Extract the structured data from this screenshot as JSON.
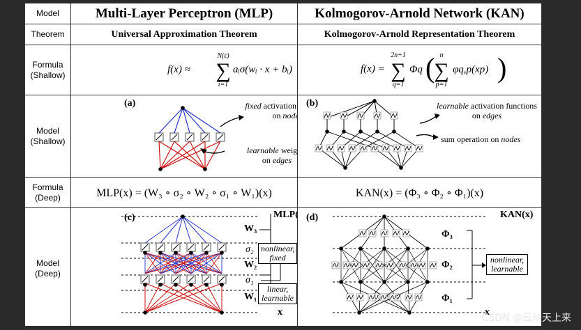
{
  "rows": {
    "header": {
      "label": "Model",
      "mlp": "Multi-Layer Perceptron (MLP)",
      "kan": "Kolmogorov-Arnold Network (KAN)"
    },
    "theorem": {
      "label": "Theorem",
      "mlp": "Universal Approximation Theorem",
      "kan": "Kolmogorov-Arnold Representation Theorem"
    },
    "formula_shallow": {
      "label_1": "Formula",
      "label_2": "(Shallow)"
    },
    "model_shallow": {
      "label_1": "Model",
      "label_2": "(Shallow)"
    },
    "formula_deep": {
      "label_1": "Formula",
      "label_2": "(Deep)",
      "mlp": "MLP(x) = (W₃ ∘ σ₂ ∘ W₂ ∘ σ₁ ∘ W₁)(x)",
      "kan": "KAN(x) = (Φ₃ ∘ Φ₂ ∘ Φ₁)(x)"
    },
    "model_deep": {
      "label_1": "Model",
      "label_2": "(Deep)"
    }
  },
  "formulas": {
    "mlp_lhs": "f(x) ≈",
    "mlp_sum_top": "N(ε)",
    "mlp_sum_bottom": "i=1",
    "mlp_term": "aᵢσ(wᵢ · x + bᵢ)",
    "kan_lhs": "f(x) =",
    "kan_outer_top": "2n+1",
    "kan_outer_bottom": "q=1",
    "kan_outer_fn": "Φq",
    "kan_inner_top": "n",
    "kan_inner_bottom": "p=1",
    "kan_inner_fn": "φq,p(xp)"
  },
  "panels": {
    "a": {
      "tag": "(a)",
      "fixed_em": "fixed",
      "fixed_rest": "activation functions",
      "on": "on",
      "nodes": "nodes",
      "learn_em": "learnable",
      "learn_rest": "weights",
      "on2": "on",
      "edges": "edges"
    },
    "b": {
      "tag": "(b)",
      "learn_em": "learnable",
      "learn_rest": "activation functions",
      "on": "on",
      "edges": "edges",
      "sum_text": "sum operation on",
      "sum_em": "nodes"
    },
    "c": {
      "tag": "(c)",
      "out": "MLP(x)",
      "W3": "W₃",
      "s2": "σ₂",
      "W2": "W₂",
      "s1": "σ₁",
      "W1": "W₁",
      "x": "x",
      "box1_l1": "nonlinear,",
      "box1_l2": "fixed",
      "box2_l1": "linear,",
      "box2_l2": "learnable"
    },
    "d": {
      "tag": "(d)",
      "out": "KAN(x)",
      "P3": "Φ₃",
      "P2": "Φ₂",
      "P1": "Φ₁",
      "x": "x",
      "box_l1": "nonlinear,",
      "box_l2": "learnable"
    }
  },
  "colors": {
    "blue": "#2233cc",
    "red": "#cc1111"
  },
  "watermark": "CSDN @云从天上来"
}
